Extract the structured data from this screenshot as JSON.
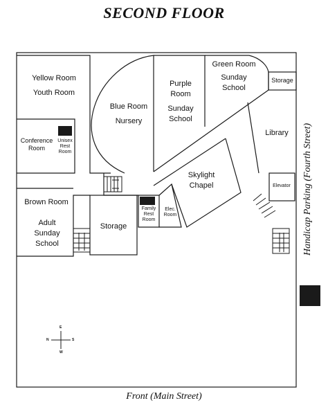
{
  "title": "SECOND FLOOR",
  "footer": "Front (Main Street)",
  "side_label": "Handicap Parking (Fourth Street)",
  "colors": {
    "line": "#1a1a1a",
    "restroom_icon_bg": "#1a1a1a"
  },
  "icons": {
    "restroom": "restroom-icon",
    "handicap": "wheelchair-icon",
    "stairs": "stairs-icon",
    "compass": "compass-icon"
  },
  "rooms": {
    "yellow": [
      "Yellow Room",
      "Youth Room"
    ],
    "blue": [
      "Blue Room",
      "Nursery"
    ],
    "purple": [
      "Purple",
      "Room",
      "Sunday",
      "School"
    ],
    "green": [
      "Green Room",
      "Sunday",
      "School"
    ],
    "storage_top": "Storage",
    "library": "Library",
    "conference": [
      "Conference",
      "Room"
    ],
    "unisex": [
      "Unisex",
      "Rest",
      "Room"
    ],
    "skylight": [
      "Skylight",
      "Chapel"
    ],
    "elevator": "Elevator",
    "brown": "Brown Room",
    "adult": [
      "Adult",
      "Sunday",
      "School"
    ],
    "storage_mid": "Storage",
    "family": [
      "Family",
      "Rest",
      "Room"
    ],
    "elec": [
      "Elec.",
      "Room"
    ]
  },
  "compass": {
    "n": "N",
    "s": "S",
    "e": "E",
    "w": "W"
  }
}
